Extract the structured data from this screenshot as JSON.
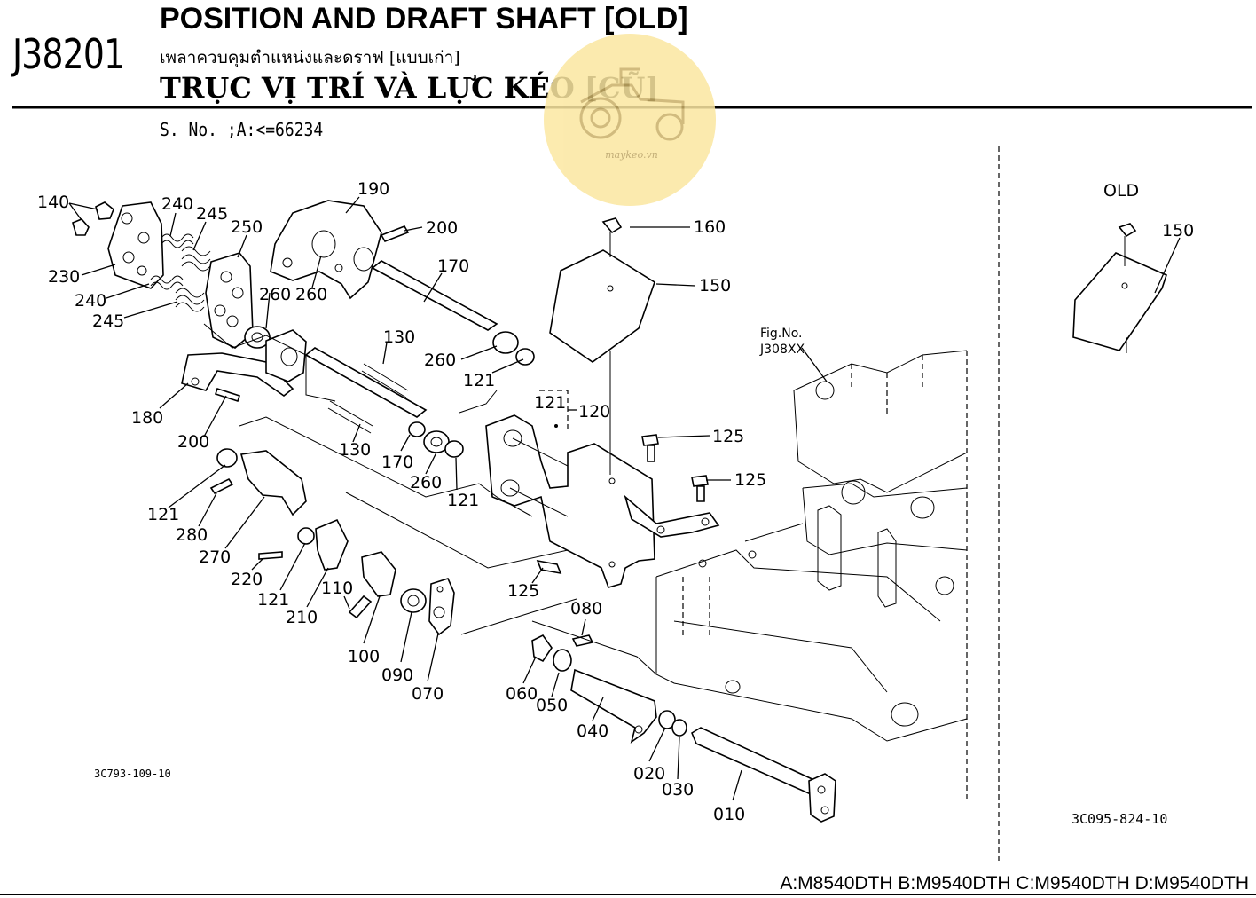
{
  "header": {
    "code": "J38201",
    "title_en": "POSITION AND DRAFT SHAFT [OLD]",
    "title_th": "เพลาควบคุมตำแหน่งและดราฟ [แบบเก่า]",
    "title_vi": "TRỤC VỊ TRÍ VÀ LỰC KÉO [CŨ]",
    "serial": "S. No. ;A:<=66234"
  },
  "watermark": {
    "text": "maykeo.vn",
    "color": "#fbe7a1"
  },
  "diagram": {
    "old_label": "OLD",
    "fig_ref_line1": "Fig.No.",
    "fig_ref_line2": "J308XX",
    "code_left": "3C793-109-10",
    "code_right": "3C095-824-10",
    "part_labels": {
      "p140": "140",
      "p240a": "240",
      "p245a": "245",
      "p250": "250",
      "p190": "190",
      "p200a": "200",
      "p230": "230",
      "p240b": "240",
      "p245b": "245",
      "p260a": "260",
      "p260b": "260",
      "p170a": "170",
      "p160": "160",
      "p150": "150",
      "p150old": "150",
      "p130a": "130",
      "p260c": "260",
      "p121a": "121",
      "p180": "180",
      "p200b": "200",
      "p121b": "121",
      "p120": "120",
      "p125a": "125",
      "p125b": "125",
      "p130b": "130",
      "p170b": "170",
      "p260d": "260",
      "p121c": "121",
      "p121d": "121",
      "p280": "280",
      "p270": "270",
      "p220": "220",
      "p121e": "121",
      "p110": "110",
      "p210": "210",
      "p125c": "125",
      "p100": "100",
      "p090": "090",
      "p070": "070",
      "p080": "080",
      "p060": "060",
      "p050": "050",
      "p040": "040",
      "p020": "020",
      "p030": "030",
      "p010": "010"
    }
  },
  "footer": {
    "models": "A:M8540DTH B:M9540DTH C:M9540DTH D:M9540DTH"
  }
}
